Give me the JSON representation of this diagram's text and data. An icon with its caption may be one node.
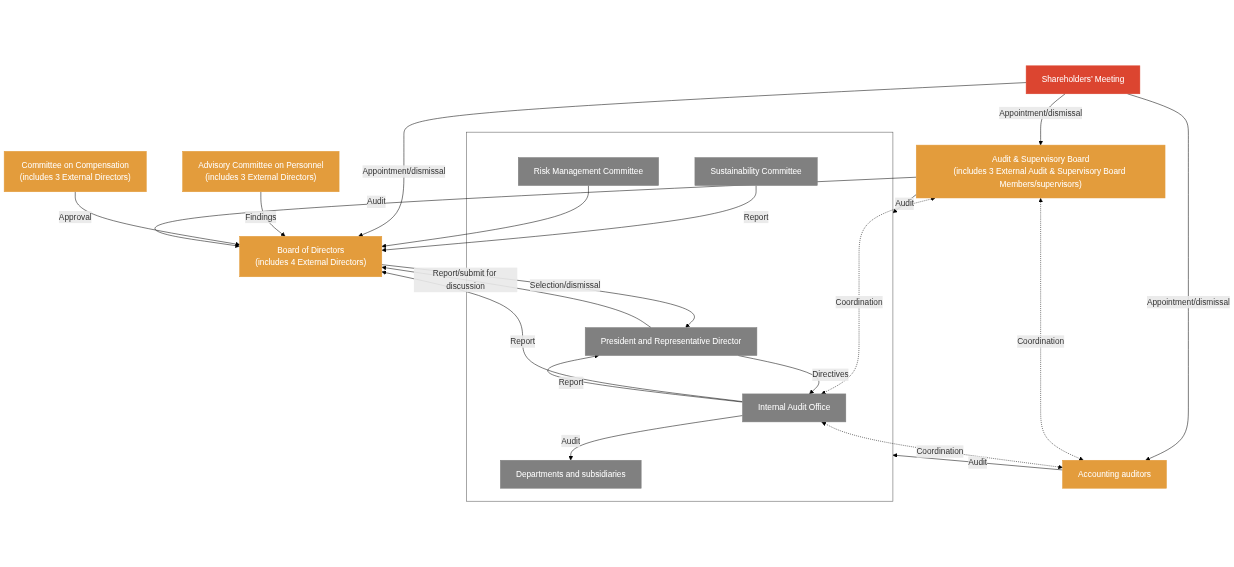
{
  "diagram": {
    "nodes": [
      {
        "text": [
          "Shareholders’ Meeting"
        ]
      },
      {
        "text": [
          "Advisory Committee on Personnel",
          "(includes 3 External Directors)"
        ]
      },
      {
        "text": [
          "Committee on Compensation",
          "(includes 3 External Directors)"
        ]
      },
      {
        "text": [
          "Board of Directors",
          "(includes 4 External Directors)"
        ]
      },
      {
        "text": [
          "Audit & Supervisory Board",
          "(includes 3 External Audit & Supervisory Board Members/supervisors)"
        ]
      },
      {
        "text": [
          "Accounting auditors"
        ]
      },
      {
        "text": [],
        "shape": "box"
      },
      {
        "text": [
          "Internal Audit Office"
        ],
        "in": 6
      },
      {
        "text": [
          "Sustainability Committee"
        ],
        "in": 6
      },
      {
        "text": [
          "Risk Management Committee"
        ],
        "in": 6
      },
      {
        "text": [
          "President and Representative Director"
        ],
        "in": 6
      },
      {
        "text": [
          "Departments and subsidiaries"
        ],
        "in": 6
      }
    ],
    "edges": [
      {
        "from": 0,
        "to": 3,
        "arrow": "to",
        "label": "Appointment/dismissal"
      },
      {
        "from": 0,
        "to": 4,
        "arrow": "to",
        "label": "Appointment/dismissal"
      },
      {
        "from": 0,
        "to": 5,
        "arrow": "to",
        "label": "Appointment/dismissal"
      },
      {
        "from": 1,
        "to": 3,
        "arrow": "to",
        "label": "Findings"
      },
      {
        "from": 2,
        "to": 3,
        "arrow": "to",
        "label": "Approval"
      },
      {
        "from": 4,
        "to": 3,
        "arrow": "to",
        "label": "Audit"
      },
      {
        "from": 4,
        "to": 5,
        "arrow": "both",
        "label": "Coordination",
        "style": "dashed"
      },
      {
        "from": 4,
        "to": 6,
        "arrow": "to",
        "label": "Audit"
      },
      {
        "from": 4,
        "to": 7,
        "arrow": "both",
        "label": "Coordination",
        "style": "dashed"
      },
      {
        "from": 7,
        "to": 5,
        "arrow": "both",
        "label": "Coordination",
        "style": "dashed"
      },
      {
        "from": 8,
        "to": 3,
        "arrow": "to",
        "label": "Report"
      },
      {
        "from": 9,
        "to": 3,
        "arrow": "to"
      },
      {
        "from": 10,
        "to": 3,
        "arrow": "to",
        "label": "Report/submit for discussion"
      },
      {
        "from": 3,
        "to": 10,
        "arrow": "to",
        "label": "Selection/dismissal"
      },
      {
        "from": 7,
        "to": 3,
        "arrow": "to",
        "label": "Report"
      },
      {
        "from": 10,
        "to": 7,
        "arrow": "to",
        "label": "Directives"
      },
      {
        "from": 7,
        "to": 10,
        "arrow": "to",
        "label": "Report"
      },
      {
        "from": 7,
        "to": 11,
        "arrow": "to",
        "label": "Audit"
      },
      {
        "from": 5,
        "to": 6,
        "arrow": "to",
        "label": "Audit"
      }
    ]
  }
}
